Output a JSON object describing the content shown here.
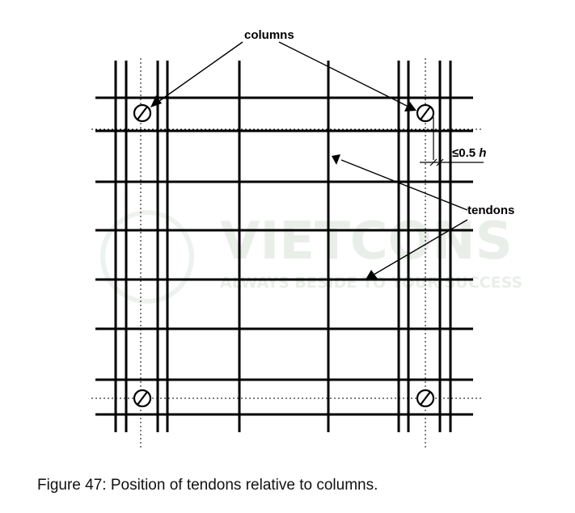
{
  "labels": {
    "columns": "columns",
    "tendons": "tendons",
    "spacing_prefix": "≤0.5 ",
    "spacing_var": "h"
  },
  "watermark": {
    "brand": "VIETCONS",
    "slogan": "ALWAYS BESIDE TO YOUR SUCCESS"
  },
  "caption": "Figure 47: Position of tendons relative to columns."
}
